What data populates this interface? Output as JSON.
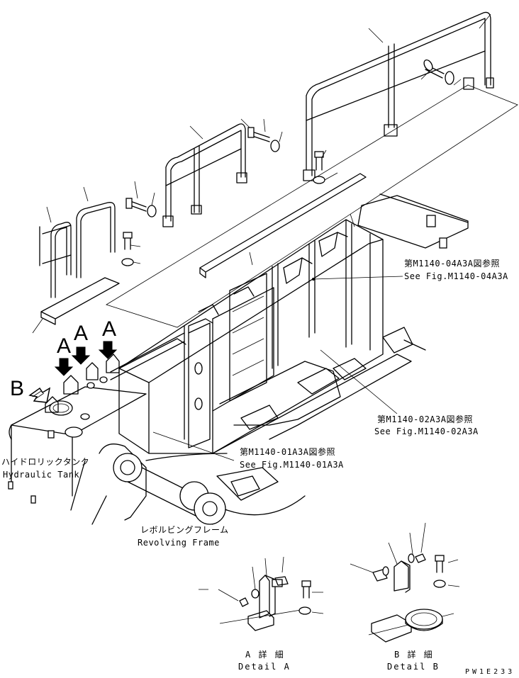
{
  "ref_04": {
    "jp": "第M1140-04A3A図参照",
    "en": "See Fig.M1140-04A3A"
  },
  "ref_02": {
    "jp": "第M1140-02A3A図参照",
    "en": "See Fig.M1140-02A3A"
  },
  "ref_01": {
    "jp": "第M1140-01A3A図参照",
    "en": "See Fig.M1140-01A3A"
  },
  "hydraulic_tank": {
    "jp": "ハイドロリックタンク",
    "en": "Hydraulic Tank"
  },
  "revolving_frame": {
    "jp": "レボルビングフレーム",
    "en": "Revolving Frame"
  },
  "view_markers": {
    "a1": "A",
    "a2": "A",
    "a3": "A",
    "b": "B"
  },
  "detail_a": {
    "jp": "A 詳 細",
    "en": "Detail A"
  },
  "detail_b": {
    "jp": "B 詳 細",
    "en": "Detail B"
  },
  "drawing_code": "PW1E233"
}
